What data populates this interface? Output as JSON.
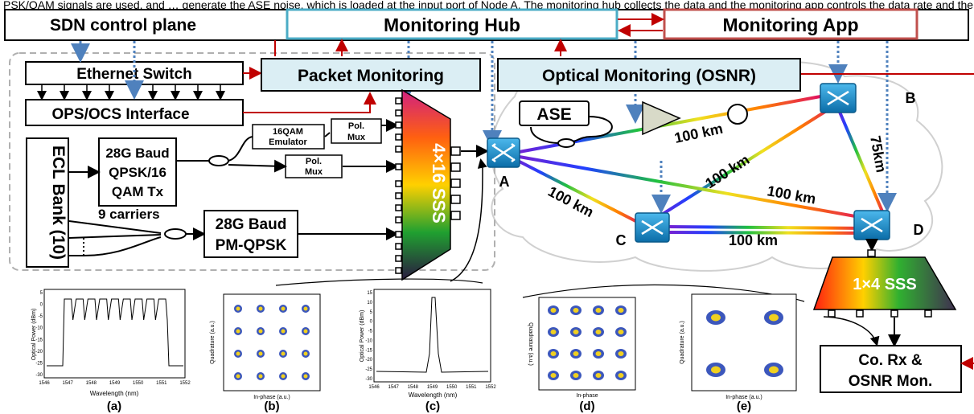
{
  "top_text": "PSK/QAM signals are used, and … generate the ASE noise, which is loaded at the input port of Node A. The monitoring hub collects the data and the monitoring app controls the data rate and the routing of the link",
  "blocks": {
    "sdn": "SDN control plane",
    "hub": "Monitoring Hub",
    "app": "Monitoring App",
    "eth": "Ethernet Switch",
    "ops": "OPS/OCS Interface",
    "pkt": "Packet Monitoring",
    "optmon": "Optical Monitoring (OSNR)",
    "ecl": "ECL Bank (10)",
    "tx28": "28G Baud QPSK/16 QAM Tx",
    "tx28_lines": [
      "28G Baud",
      "QPSK/16",
      "QAM Tx"
    ],
    "emu_lines": [
      "16QAM",
      "Emulator"
    ],
    "polmux_lines": [
      "Pol.",
      "Mux"
    ],
    "carriers": "9 carriers",
    "pmqpsk_lines": [
      "28G Baud",
      "PM-QPSK"
    ],
    "sss416": "4×16 SSS",
    "sss14": "1×4 SSS",
    "ase": "ASE",
    "corx_lines": [
      "Co. Rx &",
      "OSNR Mon."
    ]
  },
  "nodes": [
    "A",
    "B",
    "C",
    "D"
  ],
  "links": {
    "amp_b": "100 km",
    "b_d": "75km",
    "a_c": "100 km",
    "c_b": "100 km",
    "a_d": "100 km",
    "c_d": "100 km"
  },
  "plots": {
    "a": {
      "caption": "(a)",
      "xlabel": "Wavelength (nm)",
      "ylabel": "Optical Power (dBm)",
      "xticks": [
        "1546",
        "1547",
        "1548",
        "1549",
        "1550",
        "1551",
        "1552"
      ],
      "yticks": [
        "5",
        "0",
        "-5",
        "-10",
        "-15",
        "-20",
        "-25",
        "-30"
      ]
    },
    "b": {
      "caption": "(b)",
      "xlabel": "In-phase (a.u.)",
      "ylabel": "Quadrature (a.u.)"
    },
    "c": {
      "caption": "(c)",
      "xlabel": "Wavelength (nm)",
      "ylabel": "Optical Power (dBm)",
      "xticks": [
        "1546",
        "1547",
        "1548",
        "1549",
        "1550",
        "1551",
        "1552"
      ],
      "yticks": [
        "15",
        "10",
        "5",
        "0",
        "-5",
        "-10",
        "-15",
        "-20",
        "-25",
        "-30"
      ]
    },
    "d": {
      "caption": "(d)",
      "xlabel": "In-phase",
      "ylabel": "Quadrature (a.u.)"
    },
    "e": {
      "caption": "(e)",
      "xlabel": "In-phase (a.u.)",
      "ylabel": "Quadrature (a.u.)"
    }
  },
  "colors": {
    "hub_border": "#4bacc6",
    "app_border": "#c0504d",
    "monitor_fill": "#dbeef4",
    "switch_fill": "#1d8fc9",
    "control_arrow": "#4f81bd",
    "red_line": "#c00000"
  }
}
